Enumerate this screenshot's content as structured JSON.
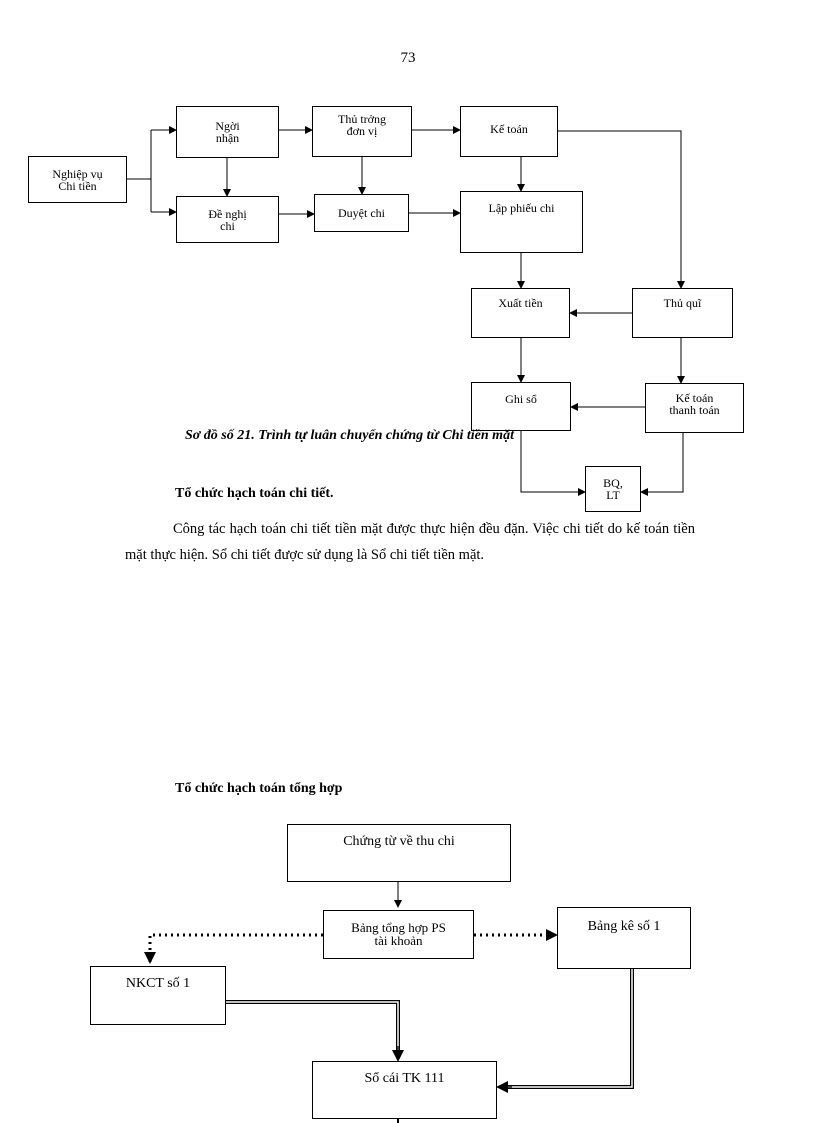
{
  "page_number": "73",
  "diagram1": {
    "boxes": {
      "nghiep_vu": [
        "Nghiệp vụ",
        "Chi tiền"
      ],
      "nguoi_nhan": [
        "Ngời",
        "nhận"
      ],
      "thu_truong": [
        "Thủ trởng",
        "đơn vị"
      ],
      "ke_toan": [
        "Kế toán"
      ],
      "de_nghi": [
        "Đề nghị",
        "chi"
      ],
      "duyet_chi": [
        "Duyệt chi"
      ],
      "lap_phieu": [
        "Lập phiếu chi"
      ],
      "xuat_tien": [
        "Xuất tiền"
      ],
      "thu_quy": [
        "Thủ quĩ"
      ],
      "ghi_so": [
        "Ghi sổ"
      ],
      "ke_toan_tt": [
        "Kế toán",
        "thanh toán"
      ],
      "bq_lt": [
        "BQ,",
        "LT"
      ]
    },
    "caption": "Sơ đồ số 21. Trình tự luân chuyển chứng từ Chi tiền mặt"
  },
  "section1": {
    "heading": "Tổ chức hạch toán chi tiết.",
    "paragraph": "Công tác hạch toán chi tiết tiền mặt được thực hiện đều đặn. Việc chi tiết do kế toán tiền mặt thực hiện. Sổ chi tiết được sử dụng là Sổ chi tiết tiền mặt."
  },
  "section2": {
    "heading": "Tổ chức hạch toán tổng hợp"
  },
  "diagram2": {
    "boxes": {
      "chung_tu": [
        "Chứng từ về thu chi"
      ],
      "bang_tong_hop": [
        "Bảng tổng hợp PS",
        "tài khoản"
      ],
      "bang_ke": [
        "Bảng kê số 1"
      ],
      "nkct": [
        "NKCT số 1"
      ],
      "so_cai": [
        "Sổ cái TK 111"
      ]
    }
  }
}
